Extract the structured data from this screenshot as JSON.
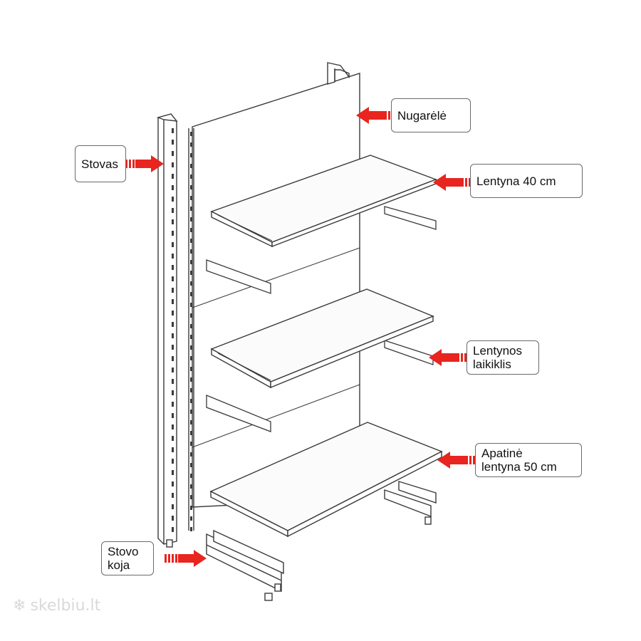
{
  "labels": {
    "nugarele": "Nugarėlė",
    "stovas": "Stovas",
    "lentyna40": "Lentyna 40 cm",
    "laikiklis_line1": "Lentynos",
    "laikiklis_line2": "laikiklis",
    "apatine_line1": "Apatinė",
    "apatine_line2": "lentyna 50 cm",
    "koja_line1": "Stovo",
    "koja_line2": "koja"
  },
  "watermark": "skelbiu.lt",
  "colors": {
    "arrow": "#e8251f",
    "line": "#3a3a3a",
    "shelf_fill": "#fbfbfb",
    "panel_fill": "#ffffff"
  },
  "icons": {
    "watermark_logo": "snowflake-logo-icon"
  }
}
